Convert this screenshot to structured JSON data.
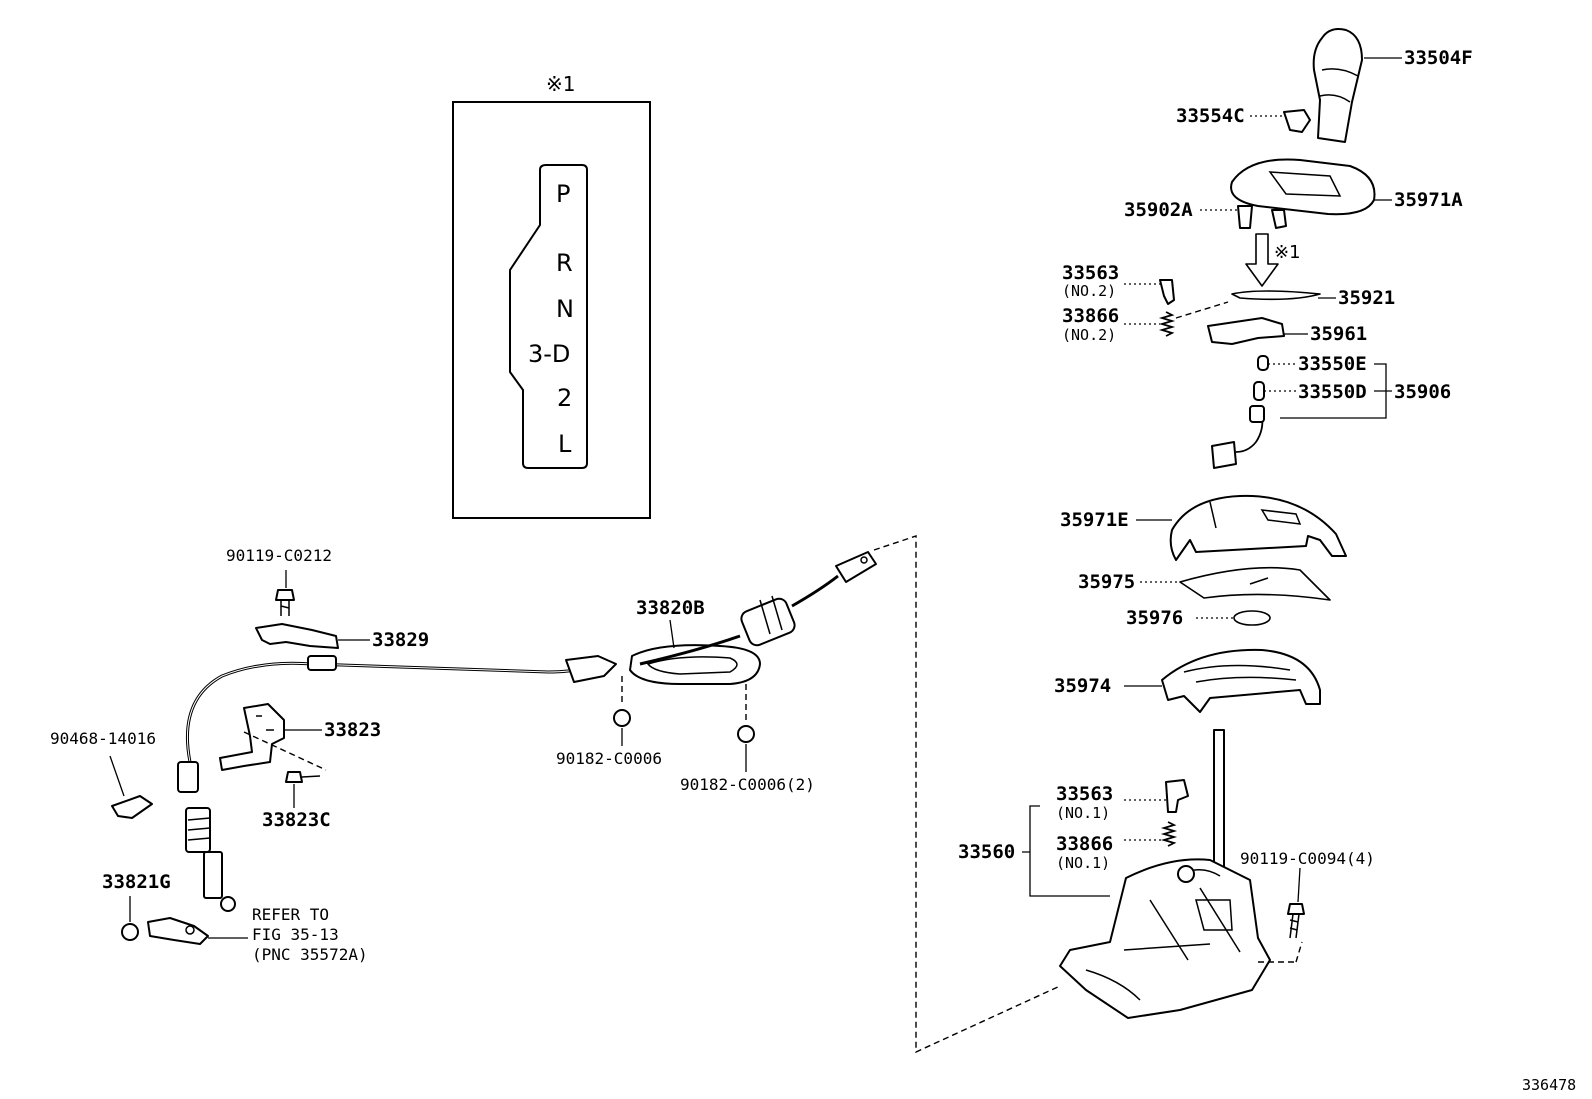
{
  "inset": {
    "ref_mark": "※1",
    "gates": [
      "P",
      "R",
      "N",
      "3-D",
      "2",
      "L"
    ]
  },
  "arrow_ref": "※1",
  "labels": {
    "p33504F": "33504F",
    "p33554C": "33554C",
    "p35971A": "35971A",
    "p35902A": "35902A",
    "p33563_a": "33563",
    "no2_a": "(NO.2)",
    "p35921": "35921",
    "p33866_a": "33866",
    "no2_b": "(NO.2)",
    "p35961": "35961",
    "p33550E": "33550E",
    "p33550D": "33550D",
    "p35906": "35906",
    "p35971E": "35971E",
    "p35975": "35975",
    "p35976": "35976",
    "p35974": "35974",
    "p33563_b": "33563",
    "no1_a": "(NO.1)",
    "p33560": "33560",
    "p33866_b": "33866",
    "no1_b": "(NO.1)",
    "p90119_C0094": "90119-C0094(4)",
    "p90119_C0212": "90119-C0212",
    "p33829": "33829",
    "p33820B": "33820B",
    "p33823": "33823",
    "p90468": "90468-14016",
    "p90182_a": "90182-C0006",
    "p90182_b": "90182-C0006(2)",
    "p33823C": "33823C",
    "p33821G": "33821G",
    "refer_1": "REFER TO",
    "refer_2": "FIG 35-13",
    "refer_3": "(PNC 35572A)",
    "fig_code": "336478"
  }
}
